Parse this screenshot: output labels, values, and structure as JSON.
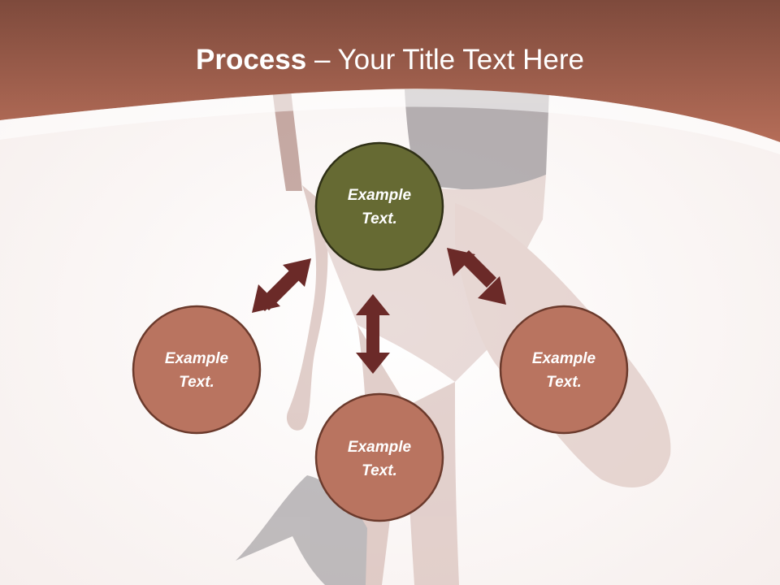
{
  "title": {
    "bold": "Process",
    "separator": " – ",
    "rest": "Your Title Text Here"
  },
  "nodes": [
    {
      "id": "top",
      "line1": "Example",
      "line2": "Text.",
      "fill": "#666a33"
    },
    {
      "id": "left",
      "line1": "Example",
      "line2": "Text.",
      "fill": "#b97460"
    },
    {
      "id": "bottom",
      "line1": "Example",
      "line2": "Text.",
      "fill": "#b97460"
    },
    {
      "id": "right",
      "line1": "Example",
      "line2": "Text.",
      "fill": "#b97460"
    }
  ],
  "colors": {
    "header": "#a96452",
    "arrow": "#6b2a28",
    "circle_border": "#6b3a2c",
    "background": "#faf5f4"
  }
}
